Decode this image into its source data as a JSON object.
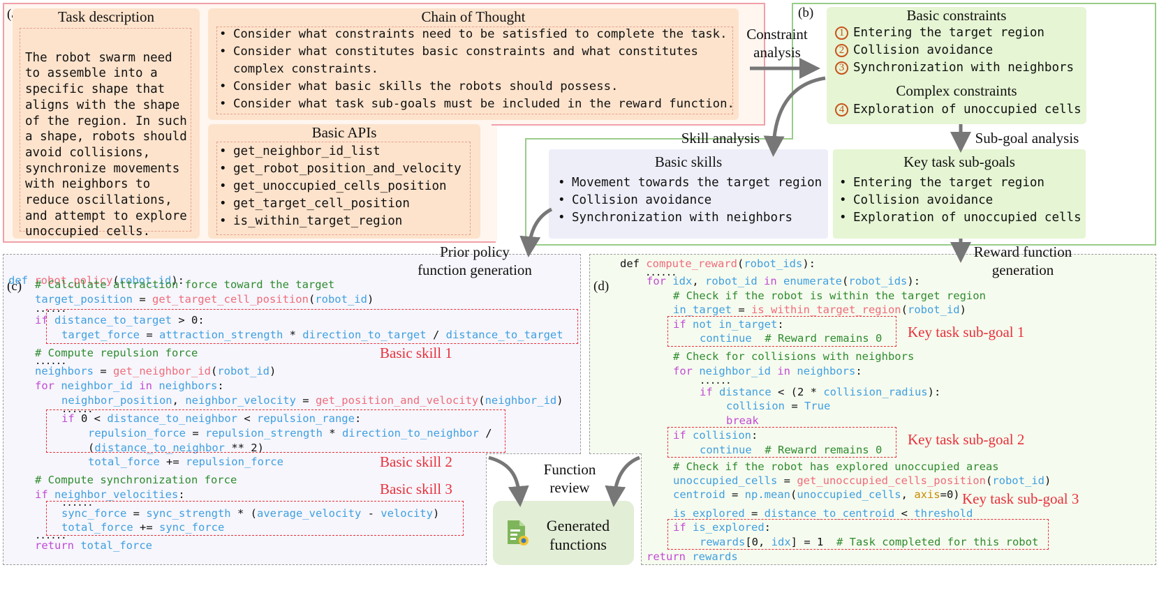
{
  "panel_a": {
    "label": "(a)",
    "task_title": "Task description",
    "task_lines": [
      "The robot swarm need",
      "to assemble into a",
      "specific shape that",
      "aligns with the shape",
      "of the region. In such",
      "a shape, robots should",
      "avoid collisions,",
      "synchronize movements",
      "with neighbors to",
      "reduce oscillations,",
      "and attempt to explore",
      "unoccupied cells."
    ],
    "cot_title": "Chain of Thought",
    "cot_lines": [
      "Consider what constraints need to be satisfied to complete the task.",
      "Consider what constitutes basic constraints and what constitutes",
      "complex constraints.",
      "Consider what basic skills the robots should possess.",
      "Consider what task sub-goals must be included in the reward function."
    ],
    "api_title": "Basic APIs",
    "apis": [
      "get_neighbor_id_list",
      "get_robot_position_and_velocity",
      "get_unoccupied_cells_position",
      "get_target_cell_position",
      "is_within_target_region"
    ]
  },
  "panel_b": {
    "label": "(b)",
    "constraint_analysis": [
      "Constraint",
      "analysis"
    ],
    "basic_title": "Basic constraints",
    "basic_items": [
      {
        "num": "1",
        "text": "Entering the target region"
      },
      {
        "num": "2",
        "text": "Collision avoidance"
      },
      {
        "num": "3",
        "text": "Synchronization with neighbors"
      }
    ],
    "complex_title": "Complex constraints",
    "complex_items": [
      {
        "num": "4",
        "text": "Exploration of unoccupied cells"
      }
    ],
    "skill_analysis": "Skill analysis",
    "subgoal_analysis": "Sub-goal analysis",
    "skills_title": "Basic skills",
    "skills": [
      "Movement towards the target region",
      "Collision avoidance",
      "Synchronization with neighbors"
    ],
    "subgoals_title": "Key task sub-goals",
    "subgoals": [
      "Entering the target region",
      "Collision avoidance",
      "Exploration of unoccupied cells"
    ]
  },
  "panel_c": {
    "label": "(c)",
    "prior_policy": [
      "Prior policy",
      "function generation"
    ],
    "skill1": "Basic skill 1",
    "skill2": "Basic skill 2",
    "skill3": "Basic skill 3"
  },
  "panel_d": {
    "label": "(d)",
    "reward_gen": [
      "Reward function",
      "generation"
    ],
    "subgoal1": "Key task sub-goal 1",
    "subgoal2": "Key task sub-goal 2",
    "subgoal3": "Key task sub-goal 3"
  },
  "center": {
    "function_review": [
      "Function",
      "review"
    ],
    "generated": [
      "Generated",
      "functions"
    ]
  },
  "colors": {
    "panel_a_border": "#f0a0a8",
    "panel_a_fill": "#fff4ee",
    "box_orange": "#fde3cc",
    "panel_b_border": "#98cc88",
    "box_green": "#e6f5d4",
    "box_lavender": "#eeeef9",
    "code_c_fill": "#f6f6fc",
    "code_d_fill": "#f6fbef",
    "red": "#e8303a"
  }
}
